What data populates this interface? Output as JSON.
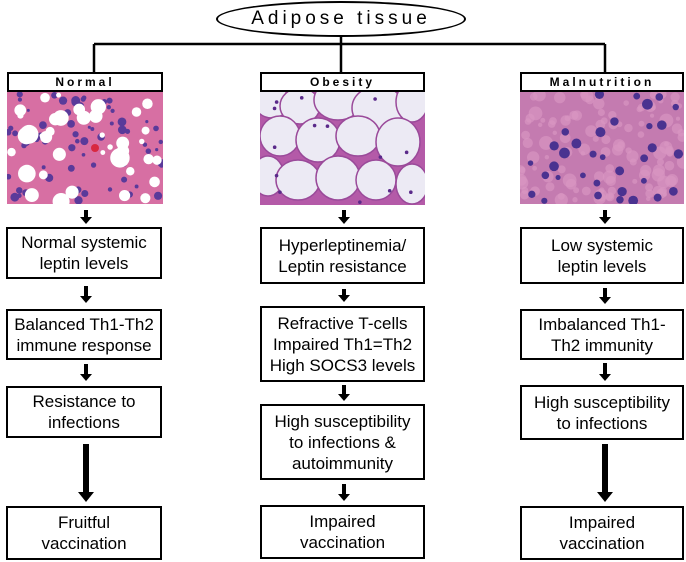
{
  "title": "Adipose tissue",
  "columns": [
    {
      "key": "normal",
      "header": "Normal",
      "image_icon": "histology-normal-adipose",
      "steps": [
        "Normal systemic\nleptin levels",
        "Balanced Th1-Th2\nimmune response",
        "Resistance to\ninfections",
        "Fruitful\nvaccination"
      ]
    },
    {
      "key": "obesity",
      "header": "Obesity",
      "image_icon": "histology-obese-adipose",
      "steps": [
        "Hyperleptinemia/\nLeptin resistance",
        "Refractive T-cells\nImpaired Th1=Th2\nHigh SOCS3 levels",
        "High susceptibility\nto infections &\nautoimmunity",
        "Impaired\nvaccination"
      ]
    },
    {
      "key": "malnutrition",
      "header": "Malnutrition",
      "image_icon": "histology-malnourished-adipose",
      "steps": [
        "Low systemic\nleptin levels",
        "Imbalanced Th1-\nTh2 immunity",
        "High susceptibility\nto infections",
        "Impaired\nvaccination"
      ]
    }
  ]
}
